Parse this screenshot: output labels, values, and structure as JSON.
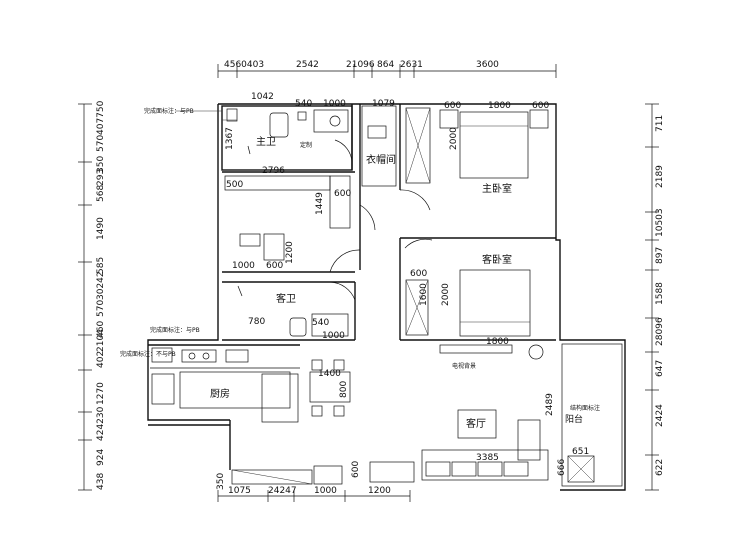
{
  "rooms": {
    "master_bath": "主卫",
    "closet": "衣帽间",
    "master_bedroom": "主卧室",
    "guest_bedroom": "客卧室",
    "guest_bath": "客卫",
    "kitchen": "厨房",
    "living_room": "客厅",
    "balcony": "阳台"
  },
  "top_dims": [
    "4560403",
    "2542",
    "21096",
    "864",
    "2631",
    "3600"
  ],
  "left_dims": [
    "407750",
    "570",
    "350",
    "293",
    "568",
    "1490",
    "585",
    "30242",
    "570",
    "460",
    "3460",
    "2104",
    "402",
    "1270",
    "424230",
    "924",
    "438"
  ],
  "right_dims": [
    "711",
    "2189",
    "10503",
    "897",
    "1588",
    "28096",
    "647",
    "2424",
    "622"
  ],
  "bottom_dims": [
    "1075",
    "24247",
    "1000",
    "1200"
  ],
  "interior_dims": {
    "mb_width": "1042",
    "mb_540": "540",
    "mb_1000": "1000",
    "mb_1367": "1367",
    "closet_1079": "1079",
    "mbr_600": "600",
    "mbr_1800": "1800",
    "mbr_600b": "600",
    "mbr_2000": "2000",
    "study_2796": "2796",
    "study_500": "500",
    "study_600": "600",
    "study_1449": "1449",
    "study_1000": "1000",
    "study_600b": "600",
    "study_1200": "1200",
    "gb_600": "600",
    "gb_2000": "2000",
    "gb_1800": "1800",
    "gb_1600": "1600",
    "gbath_780": "780",
    "gbath_540": "540",
    "gbath_1000": "1000",
    "dining_1400": "1400",
    "dining_800": "800",
    "lr_2489": "2489",
    "lr_3385": "3385",
    "bal_651": "651",
    "bal_666": "666",
    "bottom_350": "350",
    "bottom_600": "600"
  },
  "notes": {
    "mb_note": "完成面标注：与PB",
    "kitchen_note1": "完成面标注：与PB",
    "kitchen_note2": "完成面标注：不与PB",
    "balcony_note": "结构面标注",
    "small_note": "定制",
    "tv_note": "电视背景"
  }
}
